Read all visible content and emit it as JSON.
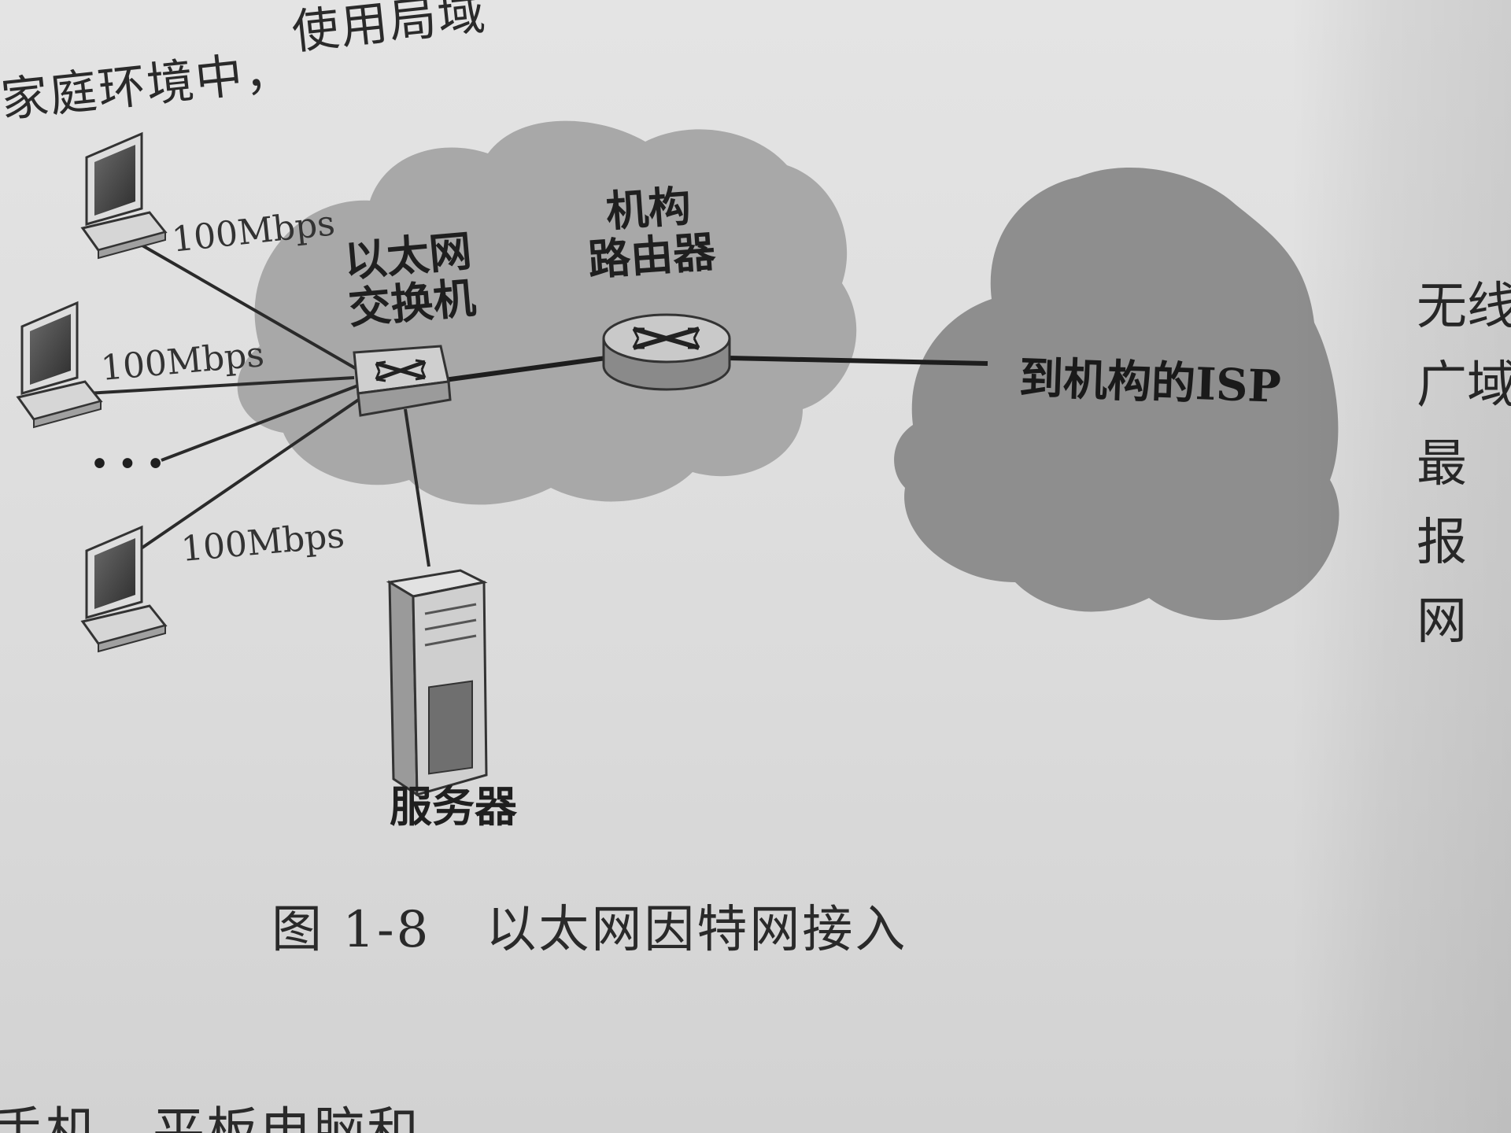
{
  "top_text": {
    "line1": "使用局域",
    "line2": "家庭环境中，"
  },
  "diagram": {
    "link_speeds": [
      "100Mbps",
      "100Mbps",
      "100Mbps"
    ],
    "ellipsis": "• • •",
    "switch_label_line1": "以太网",
    "switch_label_line2": "交换机",
    "router_label_line1": "机构",
    "router_label_line2": "路由器",
    "server_label": "服务器",
    "isp_label": "到机构的ISP"
  },
  "caption": {
    "number": "图 1-8",
    "title": "以太网因特网接入"
  },
  "right_column": [
    "无线",
    "广域",
    "最",
    "报",
    "网"
  ],
  "bottom_text": "手机、平板电脑和"
}
